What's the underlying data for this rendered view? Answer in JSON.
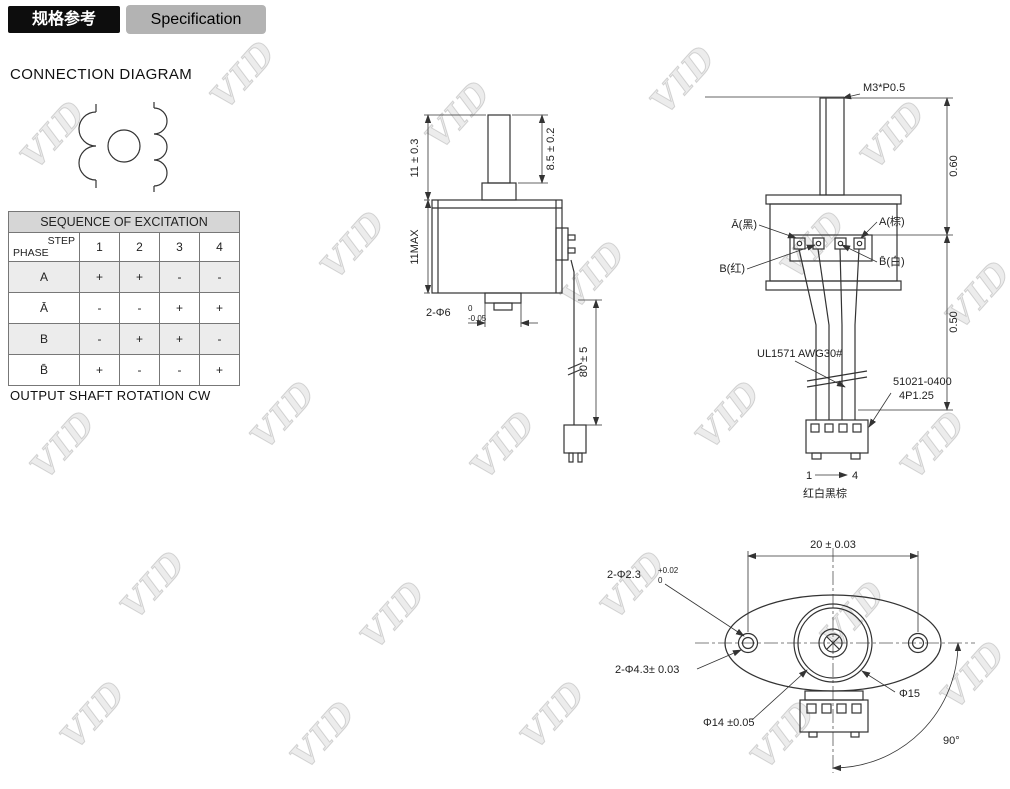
{
  "header": {
    "cn_title": "规格参考",
    "en_title": "Specification"
  },
  "connection_diagram": {
    "title": "CONNECTION DIAGRAM"
  },
  "excitation_table": {
    "title": "SEQUENCE OF EXCITATION",
    "corner_top": "STEP",
    "corner_bottom": "PHASE",
    "steps": [
      "1",
      "2",
      "3",
      "4"
    ],
    "rows": [
      {
        "phase": "A",
        "values": [
          "+",
          "+",
          "-",
          "-"
        ]
      },
      {
        "phase": "Ā",
        "values": [
          "-",
          "-",
          "+",
          "+"
        ]
      },
      {
        "phase": "B",
        "values": [
          "-",
          "+",
          "+",
          "-"
        ]
      },
      {
        "phase": "B̄",
        "values": [
          "+",
          "-",
          "-",
          "+"
        ]
      }
    ],
    "footer": "OUTPUT SHAFT ROTATION CW"
  },
  "front_view": {
    "dim_shaft_length": "11 ± 0.3",
    "dim_shaft_tip": "8.5 ± 0.2",
    "dim_body_height": "11MAX",
    "dim_boss": "2-Φ6",
    "boss_tol_upper": "0",
    "boss_tol_lower": "-0.05",
    "dim_lead_length": "80 ± 5"
  },
  "side_view": {
    "thread_spec": "M3*P0.5",
    "dim_upper": "0.60",
    "dim_lower": "0.50",
    "terminal_a_bar": "Ā(黑)",
    "terminal_a": "A(棕)",
    "terminal_b": "B(红)",
    "terminal_b_bar": "B̄(白)",
    "wire_spec": "UL1571 AWG30#",
    "connector_model": "51021-0400",
    "connector_pitch": "4P1.25",
    "pin_first": "1",
    "pin_last": "4",
    "wire_colors": "红白黑棕"
  },
  "bottom_view": {
    "dim_hole_distance": "20 ± 0.03",
    "dim_small_holes": "2-Φ2.3",
    "small_holes_tol_upper": "+0.02",
    "small_holes_tol_lower": "0",
    "dim_big_holes": "2-Φ4.3± 0.03",
    "dim_outer_circle": "Φ15",
    "dim_pilot_circle": "Φ14 ±0.05",
    "dim_angle": "90°"
  },
  "watermark": {
    "text": "VID"
  }
}
